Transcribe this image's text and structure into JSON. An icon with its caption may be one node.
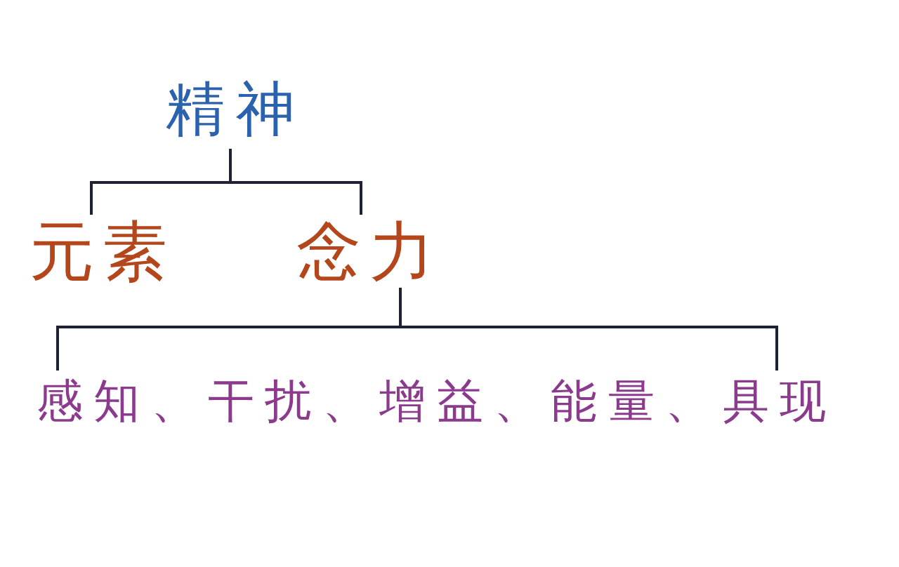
{
  "diagram": {
    "nodes": [
      {
        "text": [
          "精神"
        ]
      },
      {
        "text": [
          "元素"
        ]
      },
      {
        "text": [
          "念力"
        ]
      },
      {
        "text": [
          "感知、干扰、增益、能量、具现"
        ]
      }
    ],
    "edges": [
      {
        "from": 0,
        "to": 1,
        "arrow": "none"
      },
      {
        "from": 0,
        "to": 2,
        "arrow": "none"
      },
      {
        "from": 2,
        "to": 3,
        "arrow": "none"
      }
    ]
  }
}
